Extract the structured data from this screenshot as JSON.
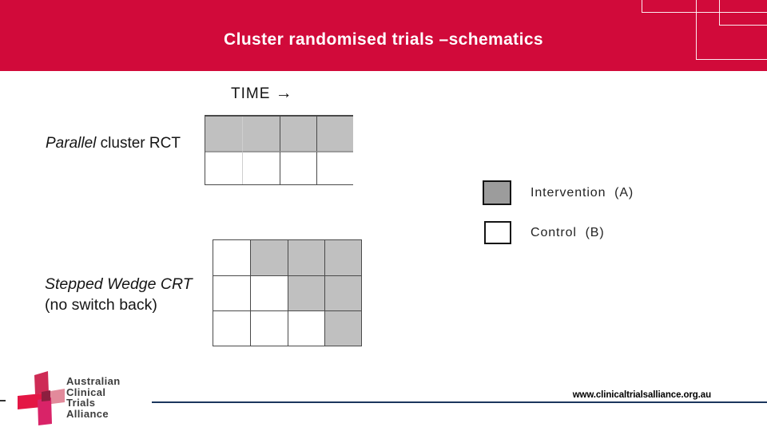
{
  "slide": {
    "title": "Cluster randomised trials –schematics"
  },
  "time": {
    "label": "TIME ",
    "arrow": "→"
  },
  "diagrams": {
    "parallel": {
      "label_italic": "Parallel",
      "label_rest": " cluster RCT",
      "cells": [
        [
          "A",
          "A",
          "A",
          "A"
        ],
        [
          "B",
          "B",
          "B",
          "B"
        ]
      ]
    },
    "stepped": {
      "label_line1": "Stepped Wedge CRT",
      "label_line2": "(no switch back)",
      "cells": [
        [
          "B",
          "A",
          "A",
          "A"
        ],
        [
          "B",
          "B",
          "A",
          "A"
        ],
        [
          "B",
          "B",
          "B",
          "A"
        ]
      ]
    }
  },
  "legend": {
    "intervention": {
      "label": "Intervention  (A)"
    },
    "control": {
      "label": "Control  (B)"
    }
  },
  "footer": {
    "logo_lines": [
      "Australian",
      "Clinical",
      "Trials",
      "Alliance"
    ],
    "url": "www.clinicaltrialsalliance.org.au"
  },
  "colors": {
    "header_red": "#D10A3A",
    "grid_fill_intervention": "#C0C0C0",
    "grid_fill_control": "#FFFFFF",
    "grid_border_dark": "#4A4A4A",
    "footer_line_navy": "#1B365D",
    "logo_crimson": "#CE2B55",
    "logo_pink": "#E28A9B",
    "logo_red": "#E41644",
    "logo_magenta": "#D92368",
    "logo_dark": "#8C1F3F"
  }
}
